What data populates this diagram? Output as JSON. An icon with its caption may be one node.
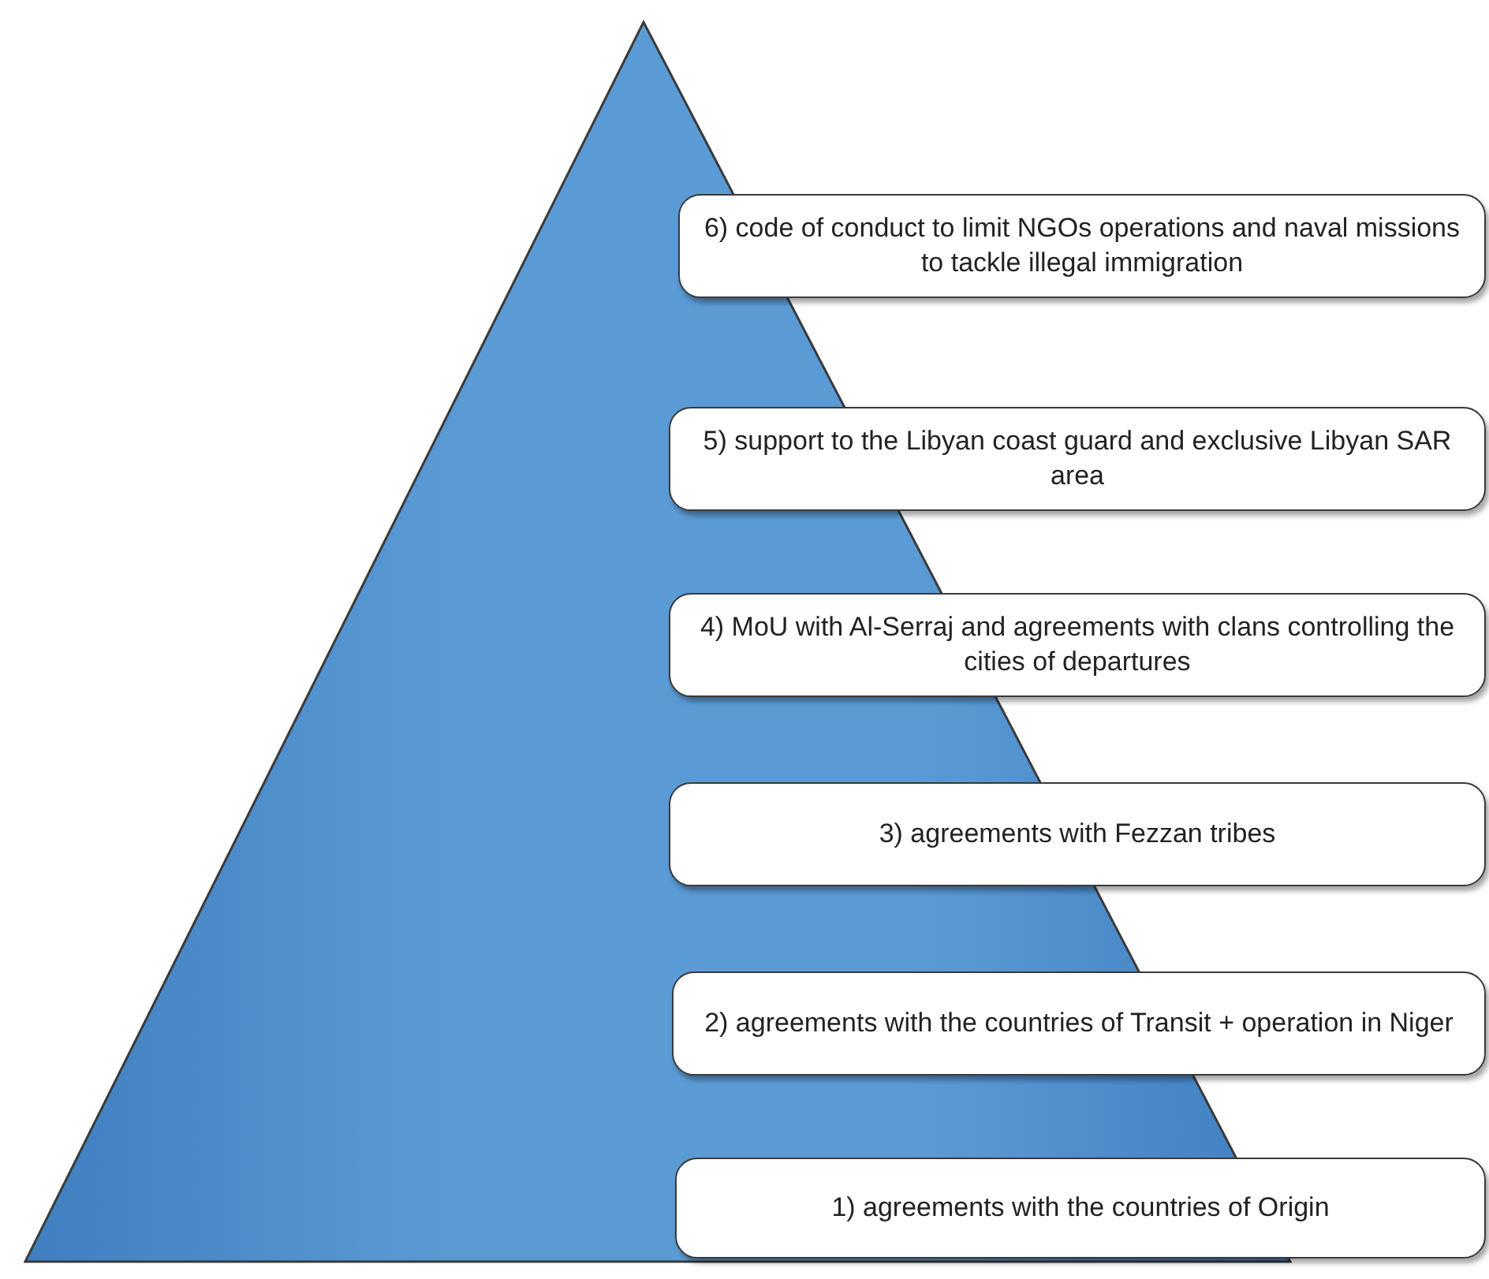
{
  "diagram": {
    "nodes": [
      {
        "text": [
          "6) code of conduct to limit NGOs operations and naval missions to tackle illegal immigration"
        ]
      },
      {
        "text": [
          "5) support to the Libyan coast guard and exclusive Libyan SAR area"
        ]
      },
      {
        "text": [
          "4) MoU with Al-Serraj and agreements with clans controlling the cities of departures"
        ]
      },
      {
        "text": [
          "3) agreements with Fezzan tribes"
        ]
      },
      {
        "text": [
          "2) agreements with the countries of Transit + operation in Niger"
        ]
      },
      {
        "text": [
          "1) agreements with the countries of Origin"
        ]
      }
    ]
  }
}
